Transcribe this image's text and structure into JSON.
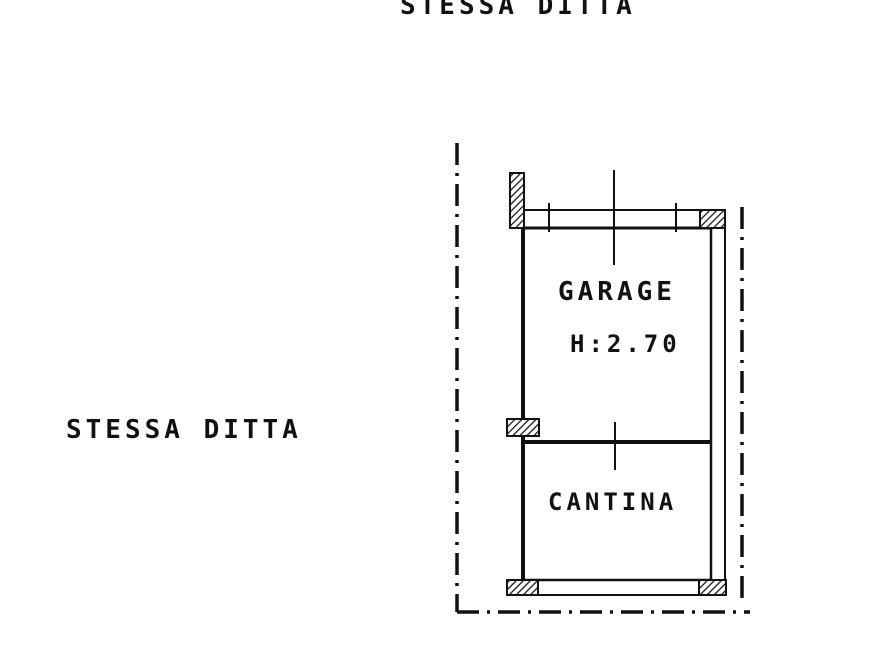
{
  "labels": {
    "top_neighbor": "STESSA DITTA",
    "left_neighbor": "STESSA DITTA",
    "garage": "GARAGE",
    "garage_height": "H:2.70",
    "cantina": "CANTINA"
  },
  "colors": {
    "ink": "#111111",
    "background": "#ffffff"
  }
}
